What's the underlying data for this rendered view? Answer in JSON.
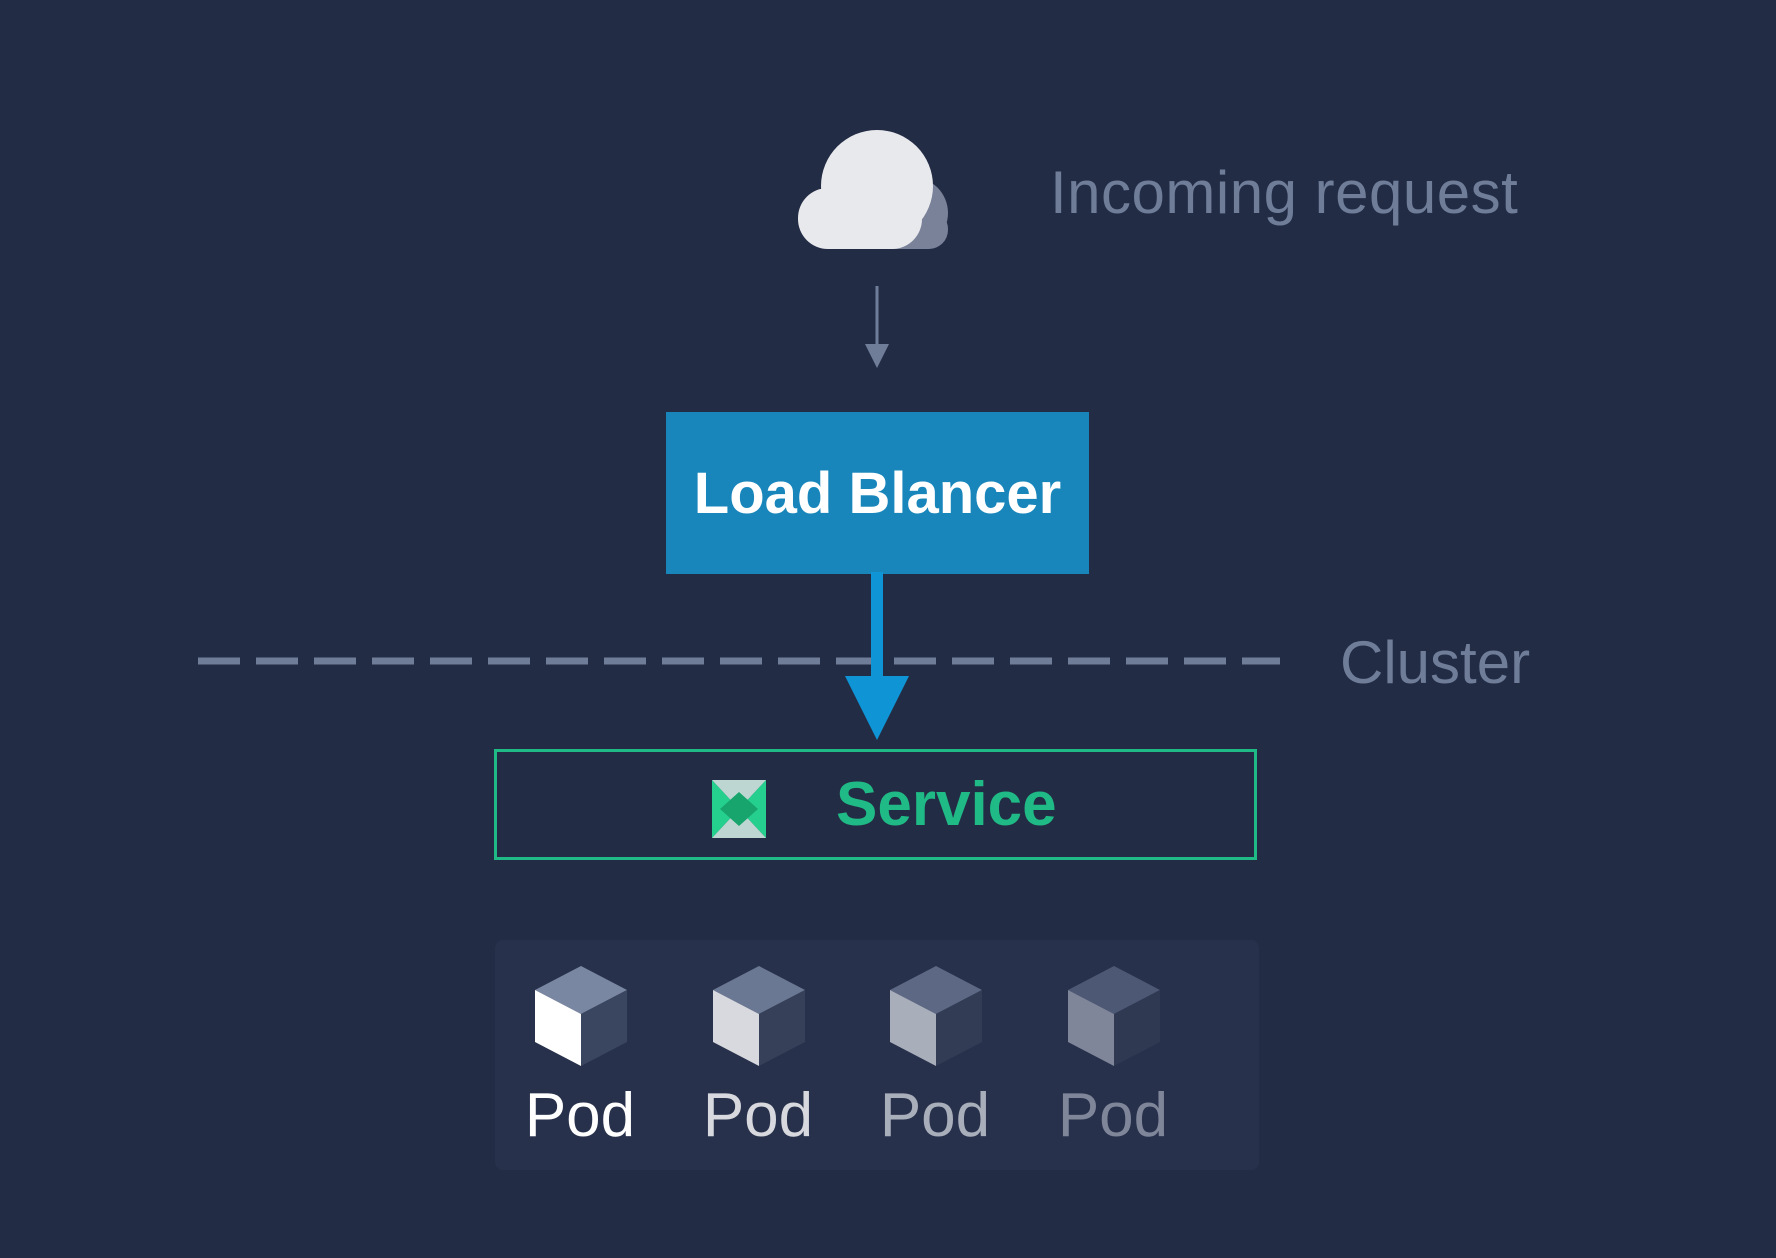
{
  "incoming": {
    "label": "Incoming request"
  },
  "load_balancer": {
    "label": "Load Blancer"
  },
  "cluster": {
    "label": "Cluster"
  },
  "service": {
    "label": "Service"
  },
  "pods": [
    {
      "label": "Pod"
    },
    {
      "label": "Pod"
    },
    {
      "label": "Pod"
    },
    {
      "label": "Pod"
    }
  ],
  "colors": {
    "background": "#232c45",
    "muted_text": "#6f7d99",
    "load_balancer": "#1886bb",
    "arrow_blue": "#0f95d6",
    "service_green": "#1fba85"
  },
  "icons": {
    "incoming": "cloud-icon",
    "service": "service-icon",
    "pod": "cube-icon"
  }
}
